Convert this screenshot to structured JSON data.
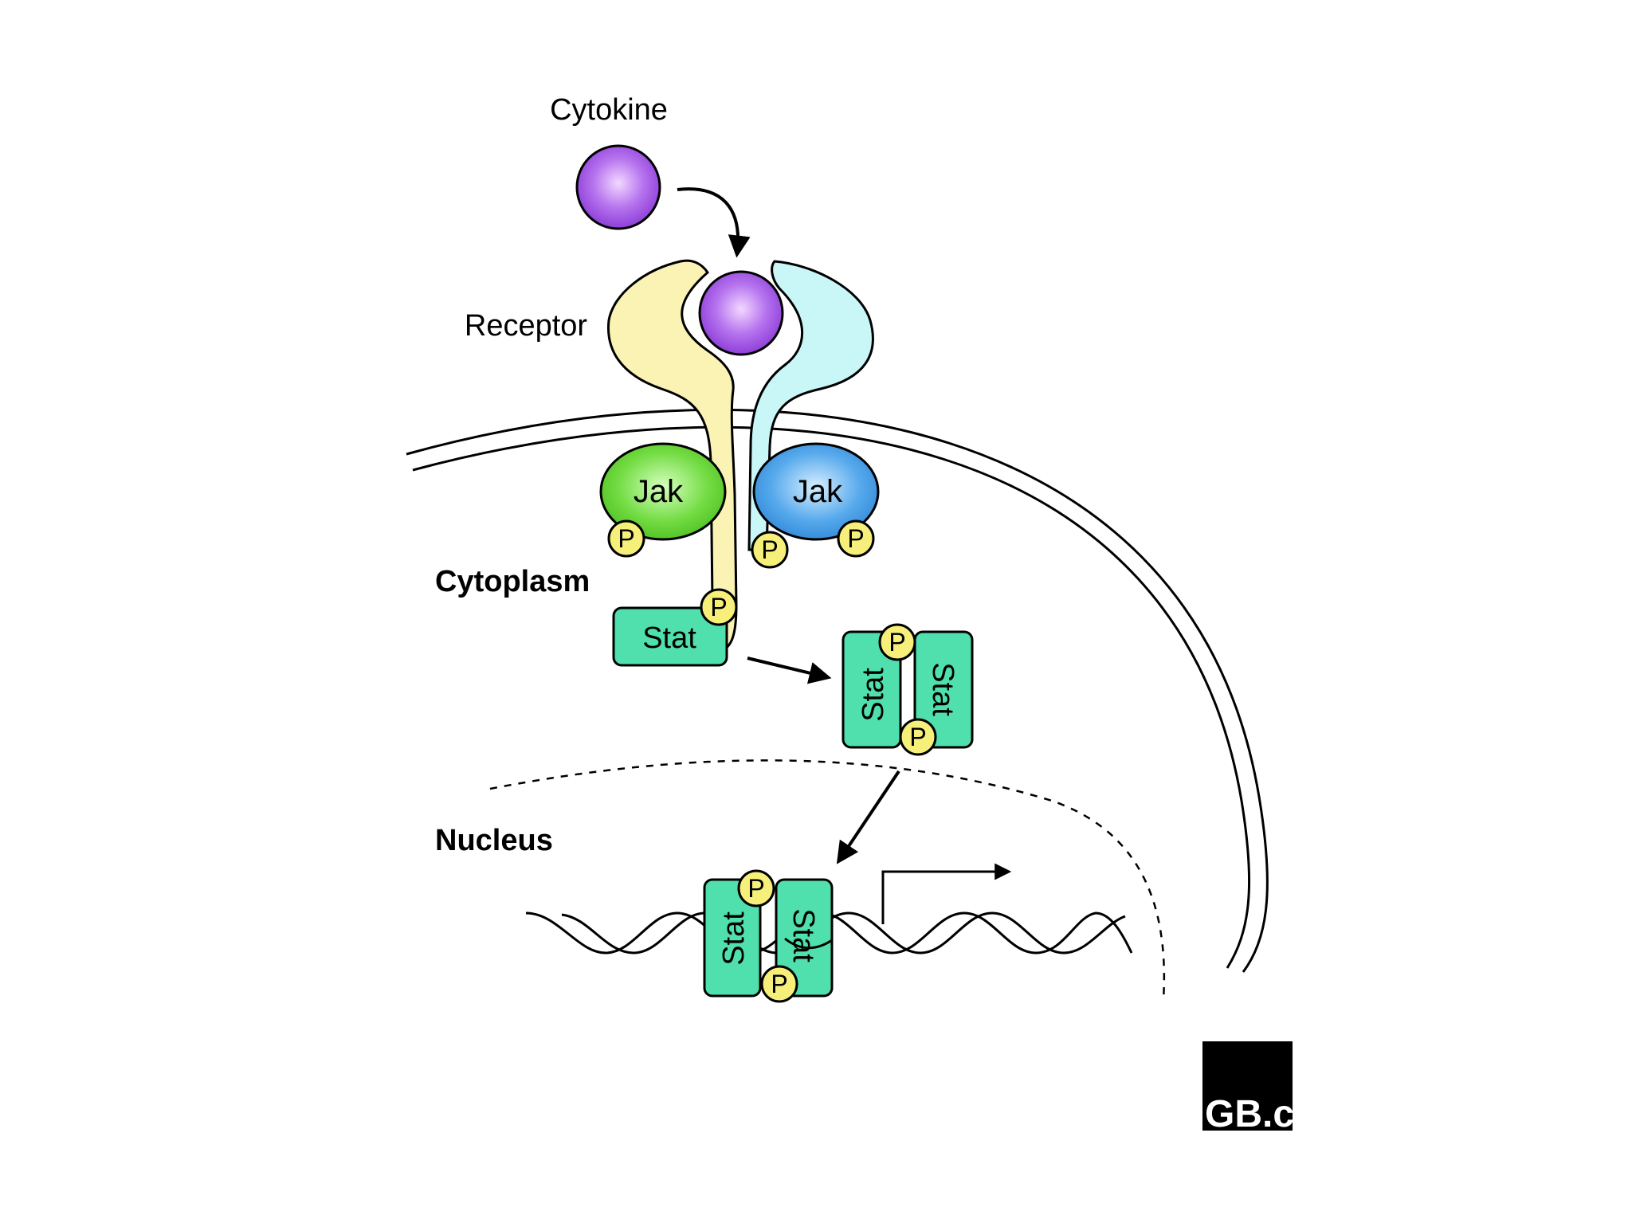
{
  "labels": {
    "cytokine": "Cytokine",
    "receptor": "Receptor",
    "cytoplasm": "Cytoplasm",
    "nucleus": "Nucleus"
  },
  "proteins": {
    "jak_left": "Jak",
    "jak_right": "Jak",
    "stat": "Stat",
    "phosphate": "P"
  },
  "logo": {
    "text": "GB.c"
  },
  "colors": {
    "cytokine": "#a463e8",
    "receptor_left": "#fbf3b4",
    "receptor_right": "#c9f6f7",
    "jak_left": "#6fdc3f",
    "jak_right": "#4fa7ea",
    "stat": "#4fe0ad",
    "phosphate": "#f6f07a",
    "logo_bg": "#000000"
  }
}
